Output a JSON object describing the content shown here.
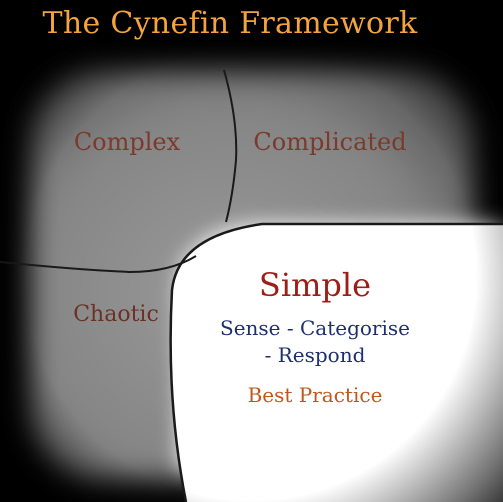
{
  "title": "The Cynefin Framework",
  "domains": {
    "complex": "Complex",
    "complicated": "Complicated",
    "chaotic": "Chaotic",
    "simple": "Simple"
  },
  "simple_details": {
    "approach_line1": "Sense - Categorise",
    "approach_line2": "- Respond",
    "practice": "Best Practice"
  },
  "colors": {
    "background": "#000000",
    "title": "#f3a43e",
    "quadrant_fill": "#8c8c8c",
    "simple_fill": "#ffffff",
    "domain_label": "#7a3a2c",
    "simple_label": "#9b1f16",
    "approach_text": "#1e2f6e",
    "practice_text": "#c2561a"
  }
}
